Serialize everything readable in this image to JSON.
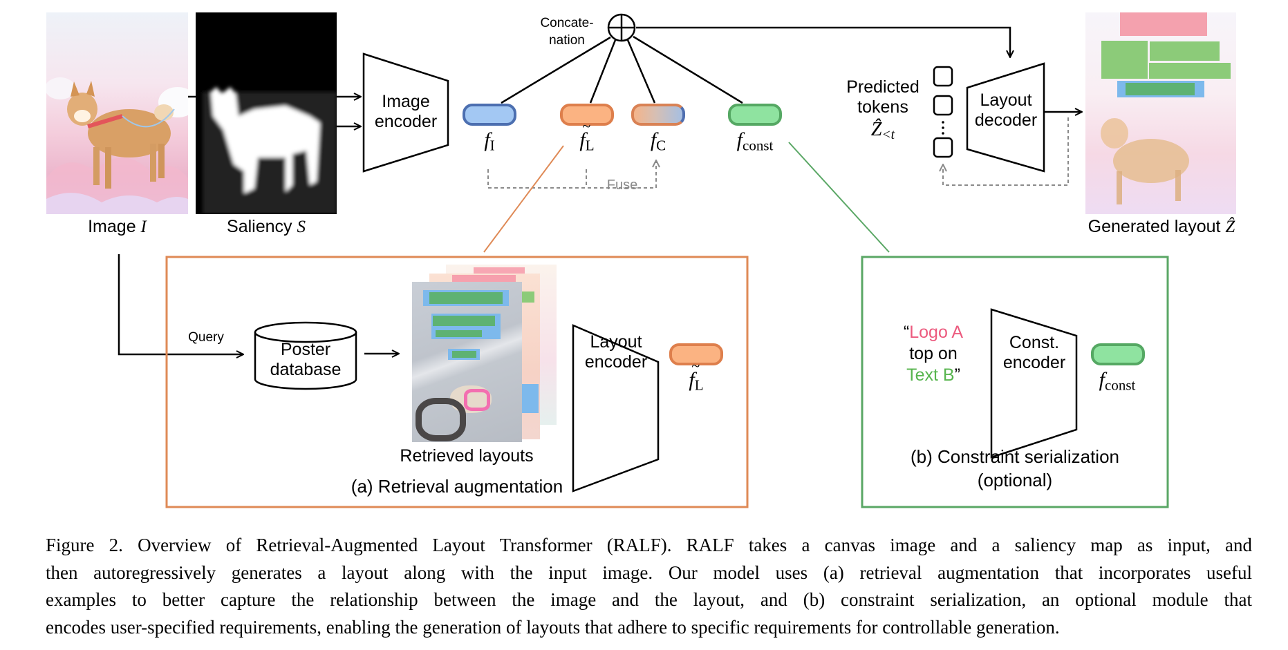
{
  "figure": {
    "inputs": {
      "image_label": "Image",
      "image_symbol": "I",
      "saliency_label": "Saliency",
      "saliency_symbol": "S"
    },
    "image_encoder": {
      "line1": "Image",
      "line2": "encoder"
    },
    "concat": {
      "line1": "Concate-",
      "line2": "nation",
      "symbol": "⊕"
    },
    "features": [
      {
        "name": "f",
        "sub": "I",
        "tilde": false
      },
      {
        "name": "f",
        "sub": "L",
        "tilde": true
      },
      {
        "name": "f",
        "sub": "C",
        "tilde": false
      },
      {
        "name": "f",
        "sub": "const",
        "tilde": false
      }
    ],
    "fuse_label": "Fuse",
    "predicted": {
      "line1": "Predicted",
      "line2": "tokens",
      "symbol": "Ẑ",
      "sub": "<t",
      "dots": "⋮"
    },
    "layout_decoder": {
      "line1": "Layout",
      "line2": "decoder"
    },
    "output": {
      "label": "Generated layout",
      "symbol": "Ẑ"
    },
    "retrieval": {
      "query_label": "Query",
      "database": {
        "line1": "Poster",
        "line2": "database"
      },
      "retrieved_label": "Retrieved layouts",
      "layout_encoder": {
        "line1": "Layout",
        "line2": "encoder"
      },
      "feature": {
        "name": "f",
        "sub": "L",
        "tilde": true
      },
      "title": "(a) Retrieval augmentation"
    },
    "constraint": {
      "quote_open": "“",
      "logo_text": "Logo A",
      "middle_text": "top on",
      "text_b": "Text B",
      "quote_close": "”",
      "encoder": {
        "line1": "Const.",
        "line2": "encoder"
      },
      "feature": {
        "name": "f",
        "sub": "const"
      },
      "title_line1": "(b) Constraint serialization",
      "title_line2": "(optional)"
    },
    "colors": {
      "retrieval_border": "#df8a56",
      "constraint_border": "#5aa765",
      "logo_pink": "#ec5a7e",
      "text_green": "#58b54f",
      "fuse_gray": "#8a8a8a",
      "layout_pink": "#f4a1ae",
      "layout_green": "#8ccb79",
      "layout_blue": "#7db9ec"
    }
  },
  "caption": {
    "lines": [
      "Figure 2. Overview of Retrieval-Augmented Layout Transformer (RALF). RALF takes a canvas image and a saliency map as input, and",
      "then autoregressively generates a layout along with the input image. Our model uses (a) retrieval augmentation that incorporates useful",
      "examples to better capture the relationship between the image and the layout, and (b) constraint serialization, an optional module that",
      "encodes user-specified requirements, enabling the generation of layouts that adhere to specific requirements for controllable generation."
    ]
  }
}
